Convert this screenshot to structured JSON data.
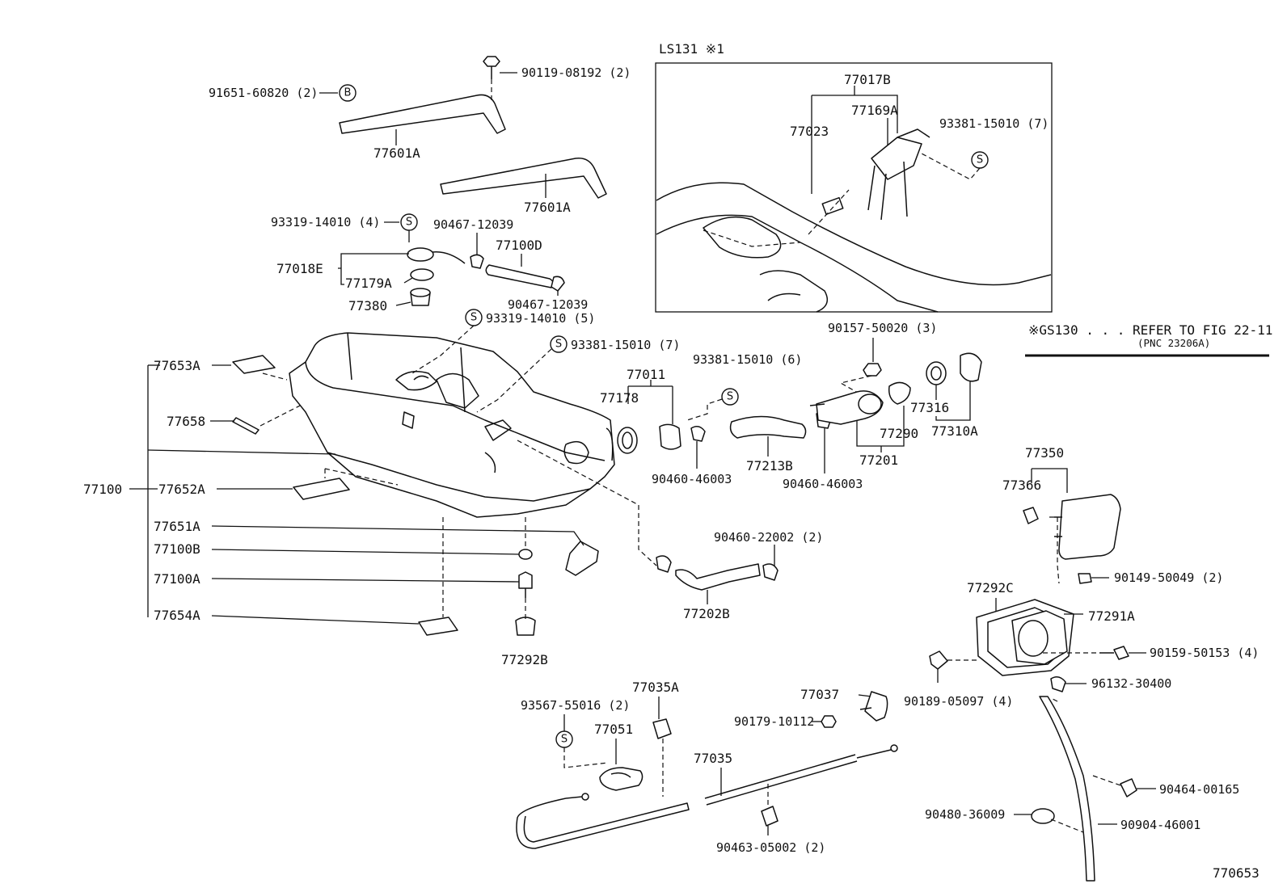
{
  "inset": {
    "title": "LS131 ※1",
    "parts": [
      "77017B",
      "77169A",
      "77023",
      "93381-15010 (7)"
    ]
  },
  "note": {
    "line1": "※GS130 . . . REFER TO FIG 22-11",
    "line2": "(PNC 23206A)"
  },
  "figure_number": "770653",
  "symbols": {
    "s": "S",
    "b": "B"
  },
  "labels": {
    "p91651": "91651-60820 (2)",
    "p90119": "90119-08192 (2)",
    "p77601a_1": "77601A",
    "p77601a_2": "77601A",
    "p93319_a": "93319-14010 (4)",
    "p90467_a": "90467-12039",
    "p77100d": "77100D",
    "p77018e": "77018E",
    "p77179a": "77179A",
    "p90467_b": "90467-12039",
    "p77380": "77380",
    "p93319_b": "93319-14010 (5)",
    "p93381_b": "93381-15010 (7)",
    "p93381_c": "93381-15010 (6)",
    "p77653a": "77653A",
    "p77658": "77658",
    "p77100": "77100",
    "p77652a": "77652A",
    "p77651a": "77651A",
    "p77100b": "77100B",
    "p77100a": "77100A",
    "p77654a": "77654A",
    "p77292b": "77292B",
    "p77011": "77011",
    "p77178": "77178",
    "p90460_a": "90460-46003",
    "p77213b": "77213B",
    "p90157": "90157-50020 (3)",
    "p90460_b": "90460-46003",
    "p77201": "77201",
    "p77290": "77290",
    "p77316": "77316",
    "p77310a": "77310A",
    "p90460_c": "90460-22002 (2)",
    "p77202b": "77202B",
    "p77350": "77350",
    "p77366": "77366",
    "p90149": "90149-50049 (2)",
    "p77292c": "77292C",
    "p77291a": "77291A",
    "p90159": "90159-50153 (4)",
    "p90189": "90189-05097 (4)",
    "p96132": "96132-30400",
    "p93567": "93567-55016 (2)",
    "p77035a": "77035A",
    "p77051": "77051",
    "p77037": "77037",
    "p90179": "90179-10112",
    "p77035": "77035",
    "p90464": "90464-00165",
    "p90480": "90480-36009",
    "p90904": "90904-46001",
    "p90463": "90463-05002 (2)"
  }
}
